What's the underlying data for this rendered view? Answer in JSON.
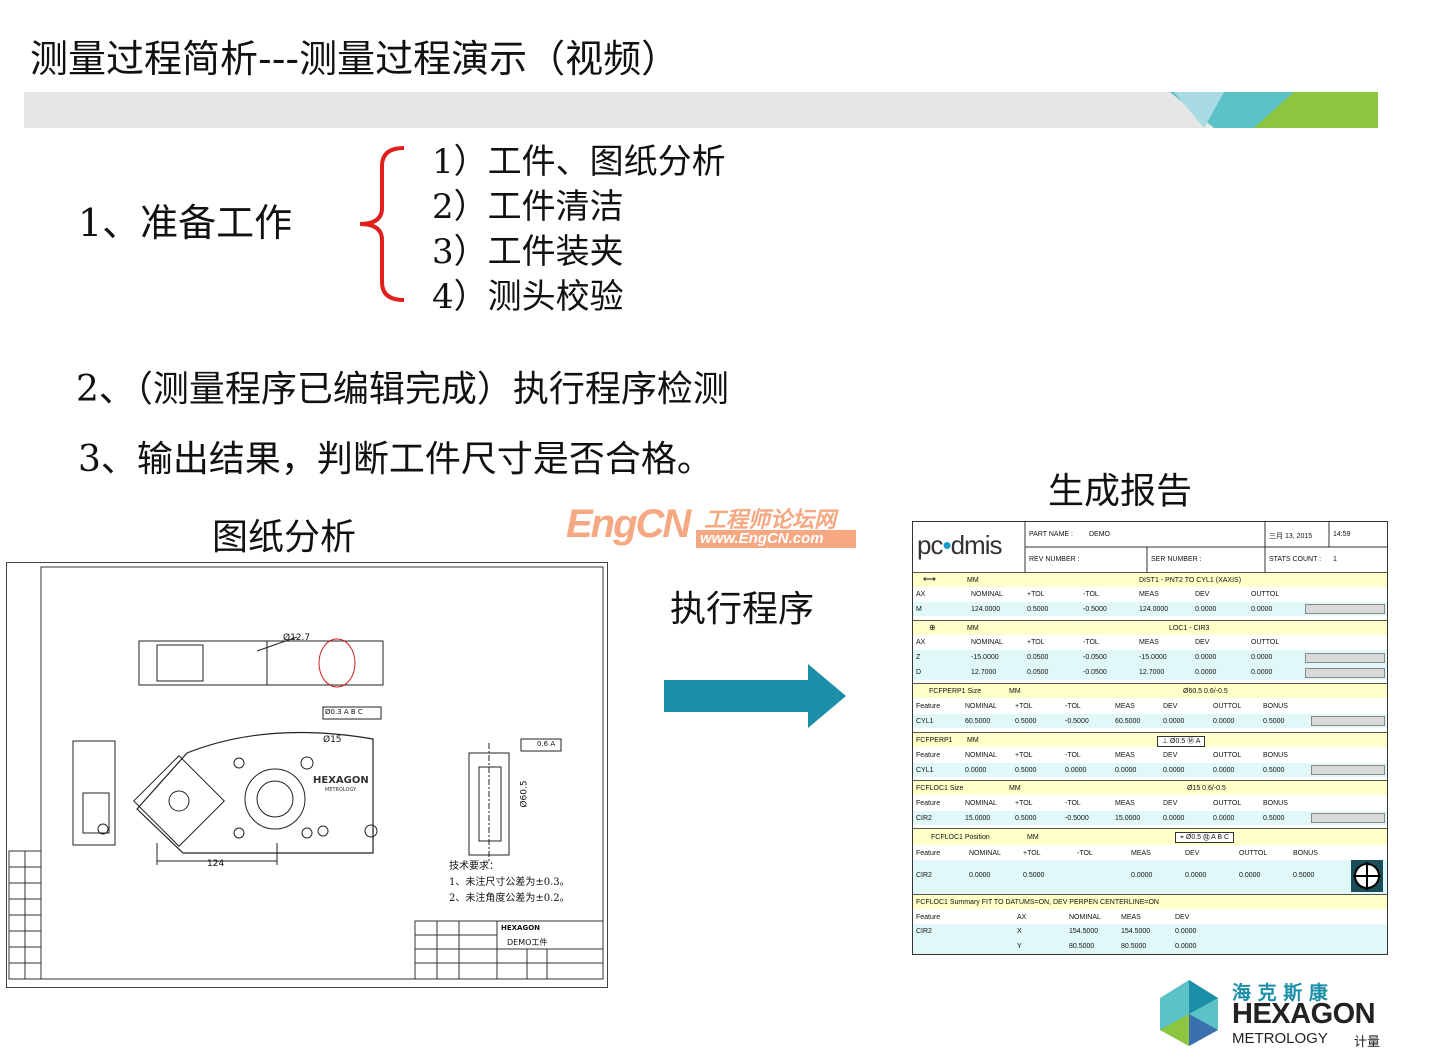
{
  "title": "测量过程简析---测量过程演示（视频）",
  "prep": {
    "label": "1、准备工作",
    "items": [
      "1）工件、图纸分析",
      "2）工件清洁",
      "3）工件装夹",
      "4）测头校验"
    ]
  },
  "step2": "2、（测量程序已编辑完成）执行程序检测",
  "step3": "3、输出结果，判断工件尺寸是否合格。",
  "captions": {
    "drawing": "图纸分析",
    "execute": "执行程序",
    "report": "生成报告"
  },
  "watermark": {
    "brand": "EngCN",
    "cn": "工程师论坛网",
    "url": "www.EngCN.com"
  },
  "drawing": {
    "dim_dia": "Ø12.7",
    "dim_15": "Ø15",
    "dim_124": "124",
    "dim_605": "Ø60.5",
    "frame1": "Ø0.3 A B C",
    "frame2": "0.6 A",
    "brand": "HEXAGON",
    "brand_sub": "METROLOGY",
    "notes_title": "技术要求：",
    "note1": "1、未注尺寸公差为±0.3。",
    "note2": "2、未注角度公差为±0.2。",
    "tb_brand": "HEXAGON",
    "tb_part": "DEMO工件"
  },
  "report": {
    "logo": "pc•dmis",
    "part_name_label": "PART NAME :",
    "part_name": "DEMO",
    "date": "三月 13, 2015",
    "time": "14:59",
    "rev_label": "REV NUMBER :",
    "ser_label": "SER NUMBER :",
    "stats_label": "STATS COUNT :",
    "stats": "1",
    "unit": "MM",
    "s1": {
      "title": "DIST1 - PNT2 TO CYL1 (XAXIS)",
      "headers": [
        "AX",
        "NOMINAL",
        "+TOL",
        "-TOL",
        "MEAS",
        "DEV",
        "OUTTOL"
      ],
      "rows": [
        [
          "M",
          "124.0000",
          "0.5000",
          "-0.5000",
          "124.0000",
          "0.0000",
          "0.0000"
        ]
      ]
    },
    "s2": {
      "title": "LOC1 - CIR3",
      "headers": [
        "AX",
        "NOMINAL",
        "+TOL",
        "-TOL",
        "MEAS",
        "DEV",
        "OUTTOL"
      ],
      "rows": [
        [
          "Z",
          "-15.0000",
          "0.0500",
          "-0.0500",
          "-15.0000",
          "0.0000",
          "0.0000"
        ],
        [
          "D",
          "12.7000",
          "0.0500",
          "-0.0500",
          "12.7000",
          "0.0000",
          "0.0000"
        ]
      ]
    },
    "s3": {
      "name": "FCFPERP1 Size",
      "title": "Ø60.5 0.6/-0.5",
      "headers": [
        "Feature",
        "NOMINAL",
        "+TOL",
        "-TOL",
        "MEAS",
        "DEV",
        "OUTTOL",
        "BONUS"
      ],
      "rows": [
        [
          "CYL1",
          "60.5000",
          "0.5000",
          "-0.5000",
          "60.5000",
          "0.0000",
          "0.0000",
          "0.5000"
        ]
      ]
    },
    "s4": {
      "name": "FCFPERP1",
      "title": "⊥ Ø0.5 Ⓜ A",
      "headers": [
        "Feature",
        "NOMINAL",
        "+TOL",
        "-TOL",
        "MEAS",
        "DEV",
        "OUTTOL",
        "BONUS"
      ],
      "rows": [
        [
          "CYL1",
          "0.0000",
          "0.5000",
          "0.0000",
          "0.0000",
          "0.0000",
          "0.0000",
          "0.5000"
        ]
      ]
    },
    "s5": {
      "name": "FCFLOC1 Size",
      "title": "Ø15 0.6/-0.5",
      "headers": [
        "Feature",
        "NOMINAL",
        "+TOL",
        "-TOL",
        "MEAS",
        "DEV",
        "OUTTOL",
        "BONUS"
      ],
      "rows": [
        [
          "CIR2",
          "15.0000",
          "0.5000",
          "-0.5000",
          "15.0000",
          "0.0000",
          "0.0000",
          "0.5000"
        ]
      ]
    },
    "s6": {
      "name": "FCFLOC1 Position",
      "title": "⌖ Ø0.5 Ⓜ A B C",
      "headers": [
        "Feature",
        "NOMINAL",
        "+TOL",
        "-TOL",
        "MEAS",
        "DEV",
        "OUTTOL",
        "BONUS"
      ],
      "rows": [
        [
          "CIR2",
          "0.0000",
          "0.5000",
          "",
          "0.0000",
          "0.0000",
          "0.0000",
          "0.5000"
        ]
      ]
    },
    "s7": {
      "title": "FCFLOC1 Summary  FIT TO DATUMS=ON,  DEV PERPEN CENTERLINE=ON",
      "headers": [
        "Feature",
        "AX",
        "NOMINAL",
        "MEAS",
        "DEV"
      ],
      "rows": [
        [
          "CIR2",
          "X",
          "154.5000",
          "154.5000",
          "0.0000"
        ],
        [
          "",
          "Y",
          "80.5000",
          "80.5000",
          "0.0000"
        ]
      ]
    }
  },
  "logo": {
    "cn": "海 克 斯 康",
    "brand": "HEXAGON",
    "sub": "METROLOGY",
    "tag": "计量"
  },
  "colors": {
    "accent_teal": "#1c8fa8",
    "brace_red": "#e0201c",
    "banner_green": "#8cc63f",
    "report_yellow": "#ffffc8",
    "report_cyan": "#e0f8f8"
  }
}
